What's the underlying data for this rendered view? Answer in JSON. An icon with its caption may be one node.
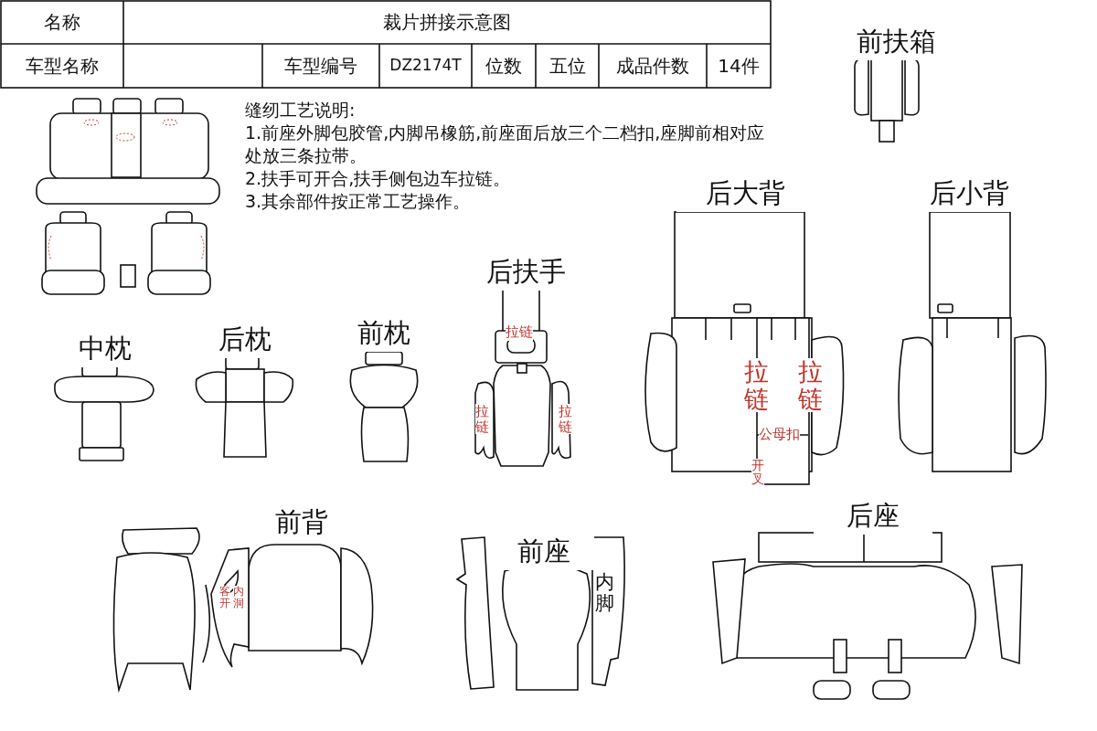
{
  "diagram": {
    "labels": [
      "名称",
      "裁片拼接示意图",
      "车型名称",
      "车型编号",
      "DZ2174T",
      "位数",
      "五位",
      "成品件数",
      "14件",
      "前扶箱",
      "缝纫工艺说明:",
      "1.前座外脚包胶管,内脚吊橡筋,前座面后放三个二档扣,座脚前相对应处放三条拉带。",
      "2.扶手可开合,扶手侧包边车拉链。",
      "3.其余部件按正常工艺操作。",
      "后大背",
      "后小背",
      "后扶手",
      "中枕",
      "后枕",
      "前枕",
      "拉链",
      "拉链",
      "拉链",
      "拉链",
      "拉链",
      "公母扣",
      "开叉",
      "前背",
      "客开",
      "内洞",
      "前座",
      "内脚",
      "后座"
    ]
  }
}
